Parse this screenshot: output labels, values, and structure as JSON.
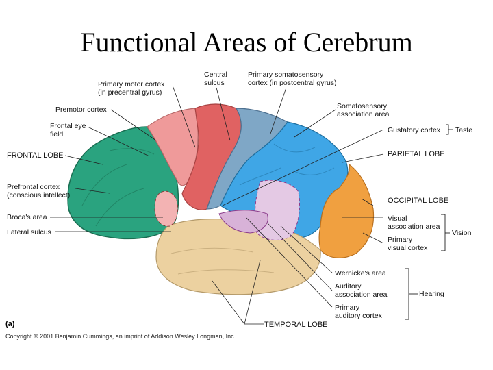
{
  "title": "Functional Areas of Cerebrum",
  "figure_label": "(a)",
  "copyright": "Copyright © 2001 Benjamin Cummings, an imprint of Addison Wesley Longman, Inc.",
  "colors": {
    "frontal": "#2aa37f",
    "premotor": "#ef9a9a",
    "motor": "#e06262",
    "somatosensory": "#7fa7c6",
    "parietal": "#3fa6e6",
    "occipital": "#f0a040",
    "temporal": "#ecd1a0",
    "wernicke": "#e4c9e4"
  },
  "labels": {
    "primary_motor": "Primary motor cortex\n(in precentral gyrus)",
    "central_sulcus": "Central\nsulcus",
    "primary_somatosensory": "Primary somatosensory\ncortex (in postcentral gyrus)",
    "premotor": "Premotor cortex",
    "frontal_eye": "Frontal eye\nfield",
    "somatosensory_assoc": "Somatosensory\nassociation area",
    "gustatory": "Gustatory cortex",
    "taste": "Taste",
    "frontal_lobe": "FRONTAL LOBE",
    "parietal_lobe": "PARIETAL LOBE",
    "prefrontal": "Prefrontal cortex\n(conscious intellect)",
    "occipital_lobe": "OCCIPITAL LOBE",
    "brocas": "Broca's area",
    "lateral_sulcus": "Lateral sulcus",
    "visual_assoc": "Visual\nassociation area",
    "vision": "Vision",
    "primary_visual": "Primary\nvisual cortex",
    "wernickes": "Wernicke's area",
    "auditory_assoc": "Auditory\nassociation area",
    "hearing": "Hearing",
    "primary_auditory": "Primary\nauditory cortex",
    "temporal_lobe": "TEMPORAL LOBE"
  }
}
